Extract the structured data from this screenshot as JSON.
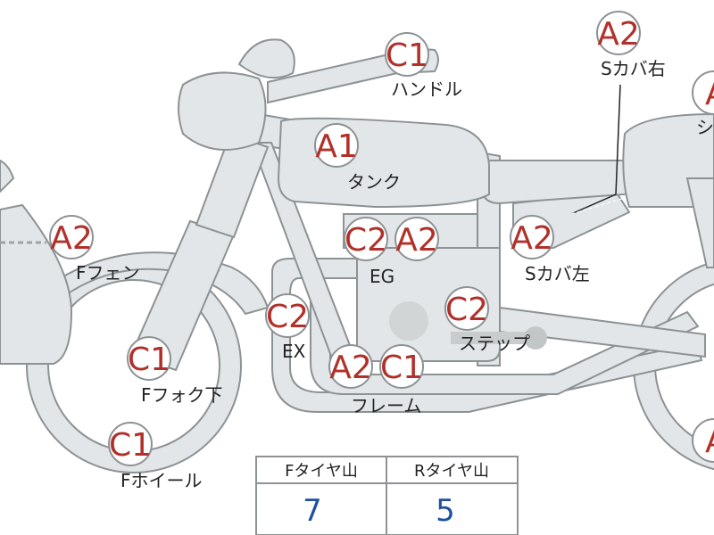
{
  "labels": {
    "handle": "ハンドル",
    "s_cover_right": "Sカバ右",
    "seat_partial": "シ",
    "tank": "タンク",
    "f_fender": "Fフェン",
    "eg": "EG",
    "s_cover_left": "Sカバ左",
    "ex": "EX",
    "step": "ステップ",
    "f_fork_lower": "Fフォク下",
    "frame": "フレーム",
    "f_wheel": "Fホイール"
  },
  "badges": {
    "handle": "C1",
    "s_cover_right": "A2",
    "seat": "A",
    "tank": "A1",
    "f_fender": "A2",
    "eg_1": "C2",
    "eg_2": "A2",
    "s_cover_left": "A2",
    "ex": "C2",
    "step": "C2",
    "frame_1": "A2",
    "frame_2": "C1",
    "f_fork_lower": "C1",
    "f_wheel": "C1",
    "rear": "A"
  },
  "tread_table": {
    "headers": [
      "Fタイヤ山",
      "Rタイヤ山"
    ],
    "values": [
      "7",
      "5"
    ]
  },
  "colors": {
    "body_fill": "#e2e6e8",
    "outline": "#8d9295",
    "grade_text": "#b1302a",
    "table_value": "#1f4fa0"
  }
}
